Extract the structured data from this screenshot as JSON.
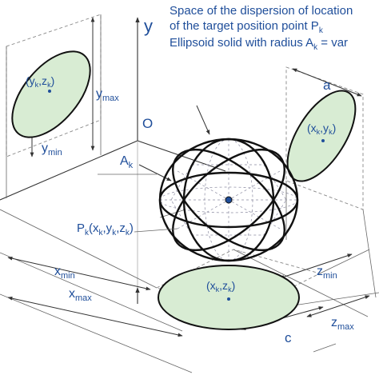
{
  "caption": {
    "line1": "Space of the dispersion of location",
    "line2": "of the target position point",
    "line2_sym": "P",
    "line2_sub": "k",
    "line3_pre": "Ellipsoid solid with radius A",
    "line3_sub": "k",
    "line3_post": " = var"
  },
  "axes": {
    "y": "y",
    "origin": "O"
  },
  "labels": {
    "yz_point": {
      "a": "(y",
      "a_sub": "k",
      "b": ",z",
      "b_sub": "k",
      "c": ")"
    },
    "xy_point": {
      "a": "(x",
      "a_sub": "k",
      "b": ",y",
      "b_sub": "k",
      "c": ")"
    },
    "xz_point": {
      "a": "(x",
      "a_sub": "k",
      "b": ",z",
      "b_sub": "k",
      "c": ")"
    },
    "y_max": {
      "base": "y",
      "sub": "max"
    },
    "y_min": {
      "base": "y",
      "sub": "min"
    },
    "x_min": {
      "base": "x",
      "sub": "min"
    },
    "x_max": {
      "base": "x",
      "sub": "max"
    },
    "z_min": {
      "base": "z",
      "sub": "min"
    },
    "z_max": {
      "base": "z",
      "sub": "max"
    },
    "radius": {
      "base": "A",
      "sub": "k"
    },
    "point": {
      "p": "P",
      "p_sub": "k",
      "x": "(x",
      "x_sub": "k",
      "y": ",y",
      "y_sub": "k",
      "z": ",z",
      "z_sub": "k",
      "close": ")"
    },
    "dim_a": "a",
    "dim_c": "c"
  },
  "colors": {
    "fill": "#d8ecd3",
    "label": "#1f4e9a",
    "line": "#111111",
    "guide": "#888888"
  }
}
